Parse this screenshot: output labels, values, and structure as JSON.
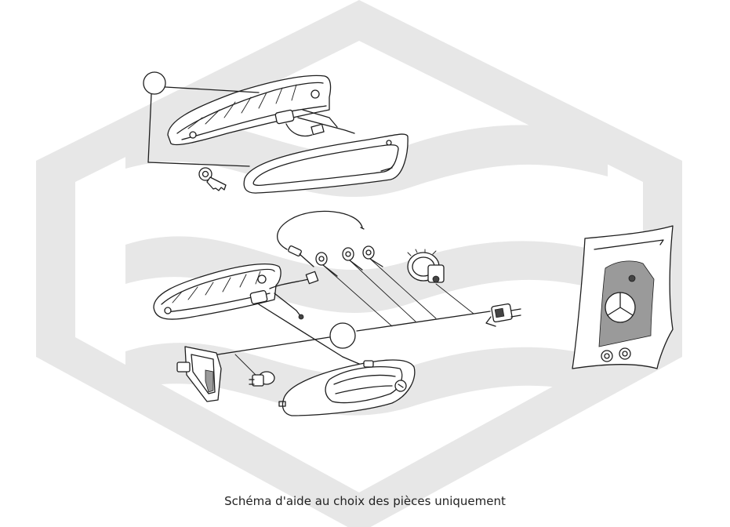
{
  "caption": "Schéma d'aide au choix des pièces uniquement",
  "colors": {
    "background": "#ffffff",
    "watermark": "#e7e7e7",
    "line": "#1e1e1e",
    "caption_text": "#222222"
  },
  "watermark": "hexagon-wave-logo",
  "parts": [
    "upper-door-handle-carrier",
    "lock-cylinder-key",
    "handle-gasket",
    "bowden-cable",
    "small-grommets",
    "lock-cylinder-housing",
    "lower-door-handle-carrier",
    "connector-plug",
    "light-module",
    "bulb-socket",
    "outer-door-handle",
    "mercedes-emblem-badge"
  ]
}
